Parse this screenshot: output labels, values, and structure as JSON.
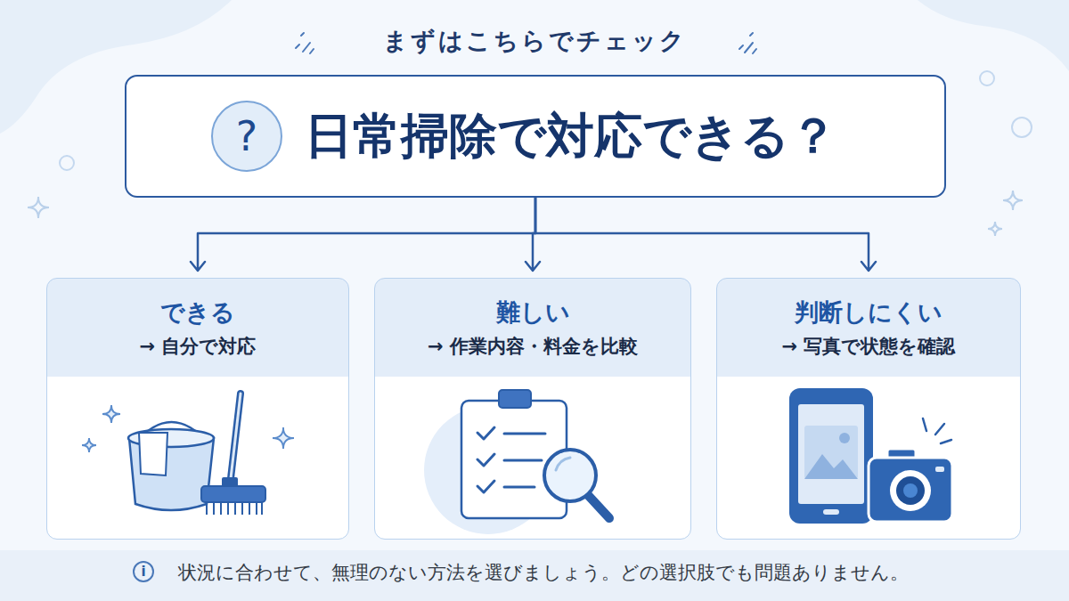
{
  "diagram": {
    "title": "まずはこちらでチェック",
    "caption": "状況に合わせて、無理のない方法を選びましょう。どの選択肢でも問題ありません。",
    "nodes": [
      {
        "text": [
          "日常掃除で対応できる？"
        ]
      },
      {
        "text": [
          "?"
        ],
        "in": 0
      },
      {
        "text": [
          "できる",
          "→ 自分で対応"
        ]
      },
      {
        "text": [
          "難しい",
          "→ 作業内容・料金を比較"
        ]
      },
      {
        "text": [
          "判断しにくい",
          "→ 写真で状態を確認"
        ]
      }
    ],
    "edges": [
      {
        "from": 0,
        "to": 2,
        "arrow": "to"
      },
      {
        "from": 0,
        "to": 3,
        "arrow": "to"
      },
      {
        "from": 0,
        "to": 4,
        "arrow": "to"
      }
    ],
    "labels": [
      "i"
    ]
  }
}
